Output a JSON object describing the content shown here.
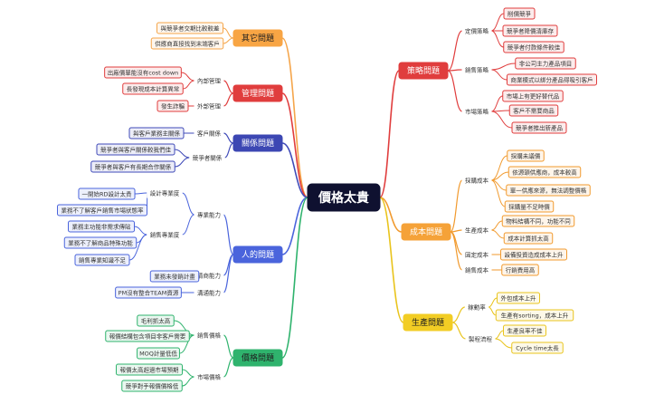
{
  "central": {
    "label": "價格太貴",
    "bg": "#0f1130",
    "fg": "#ffffff"
  },
  "branches": [
    {
      "id": "strategy",
      "label": "策略問題",
      "color": "#e03d3d",
      "fill": "#e03d3d",
      "fg": "#ffffff",
      "children": [
        {
          "label": "定價策略",
          "children": [
            {
              "label": "削價競爭"
            },
            {
              "label": "競爭者降價清庫存"
            },
            {
              "label": "競爭者付款條件較佳"
            }
          ]
        },
        {
          "label": "銷售策略",
          "children": [
            {
              "label": "非公司主力產品項目"
            },
            {
              "label": "商業模式以綁分產品得吸引客戶"
            }
          ]
        },
        {
          "label": "市場策略",
          "children": [
            {
              "label": "市場上有更好替代品"
            },
            {
              "label": "客戶不需要商品"
            },
            {
              "label": "競爭者推出新產品"
            }
          ]
        }
      ]
    },
    {
      "id": "cost",
      "label": "成本問題",
      "color": "#f19a2e",
      "fill": "#f5a238",
      "fg": "#ffffff",
      "children": [
        {
          "label": "採購成本",
          "children": [
            {
              "label": "採購未議價"
            },
            {
              "label": "依源頭供應商，成本較高"
            },
            {
              "label": "單一供應來源，無法調整價格"
            },
            {
              "label": "採購量不足時價"
            }
          ]
        },
        {
          "label": "生產成本",
          "children": [
            {
              "label": "物料結構不同，功能不同"
            },
            {
              "label": "成本計算抓太高"
            }
          ]
        },
        {
          "label": "固定成本",
          "children": [
            {
              "label": "設備投資造成成本上升"
            }
          ]
        },
        {
          "label": "銷售成本",
          "children": [
            {
              "label": "行銷費用高"
            }
          ]
        }
      ]
    },
    {
      "id": "production",
      "label": "生產問題",
      "color": "#e9c41d",
      "fill": "#f2cd24",
      "fg": "#1f1f1f",
      "children": [
        {
          "label": "稼動率",
          "children": [
            {
              "label": "外包成本上升"
            },
            {
              "label": "生產有sorting，成本上升"
            }
          ]
        },
        {
          "label": "製程流程",
          "children": [
            {
              "label": "生產良率不佳"
            },
            {
              "label": "Cycle time太長"
            }
          ]
        }
      ]
    },
    {
      "id": "other",
      "label": "其它問題",
      "color": "#f5a54a",
      "fill": "#f8a544",
      "fg": "#1f1f1f",
      "children": [
        {
          "label": "與競爭者交期比較較差"
        },
        {
          "label": "供應商直接找到末端客戶"
        }
      ]
    },
    {
      "id": "management",
      "label": "管理問題",
      "color": "#e03d3d",
      "fill": "#e03d3d",
      "fg": "#ffffff",
      "children": [
        {
          "label": "內部管理",
          "children": [
            {
              "label": "出廠價單能沒有cost down"
            },
            {
              "label": "長發現成本計算異常"
            }
          ]
        },
        {
          "label": "外部管理",
          "children": [
            {
              "label": "發生詐騙"
            }
          ]
        }
      ]
    },
    {
      "id": "relation",
      "label": "關係問題",
      "color": "#3f4ab8",
      "fill": "#3c47b3",
      "fg": "#ffffff",
      "children": [
        {
          "label": "客戶關係",
          "children": [
            {
              "label": "與客戶業務主關係"
            }
          ]
        },
        {
          "label": "競爭者關係",
          "children": [
            {
              "label": "競爭者與客戶關係較我們佳"
            },
            {
              "label": "競爭者與客戶有長期合作關係"
            }
          ]
        }
      ]
    },
    {
      "id": "people",
      "label": "人的問題",
      "color": "#4a64dc",
      "fill": "#4a64dc",
      "fg": "#ffffff",
      "children": [
        {
          "label": "專業能力",
          "children": [
            {
              "label": "設計專業度",
              "children": [
                {
                  "label": "一開始RD設計太貴"
                },
                {
                  "label": "業務不了解客戶銷售市場狀態率"
                }
              ]
            },
            {
              "label": "銷售專業度",
              "children": [
                {
                  "label": "業務主功能非需求傳貼"
                },
                {
                  "label": "業務不了解商品特殊功能"
                },
                {
                  "label": "銷售專業知識不足"
                }
              ]
            }
          ]
        },
        {
          "label": "情商能力",
          "children": [
            {
              "label": "業務未發銷計畫"
            }
          ]
        },
        {
          "label": "溝通能力",
          "children": [
            {
              "label": "PM沒有整合TEAM資源"
            }
          ]
        }
      ]
    },
    {
      "id": "price",
      "label": "價格問題",
      "color": "#2fb36d",
      "fill": "#2fb36d",
      "fg": "#1f1f1f",
      "children": [
        {
          "label": "銷售價格",
          "children": [
            {
              "label": "毛利抓太高"
            },
            {
              "label": "報價結構包含項目非客戶需要"
            },
            {
              "label": "MOQ計量低低"
            }
          ]
        },
        {
          "label": "市場價格",
          "children": [
            {
              "label": "報價太高超過市場預期"
            },
            {
              "label": "競爭對手報價價格低"
            }
          ]
        }
      ]
    }
  ]
}
